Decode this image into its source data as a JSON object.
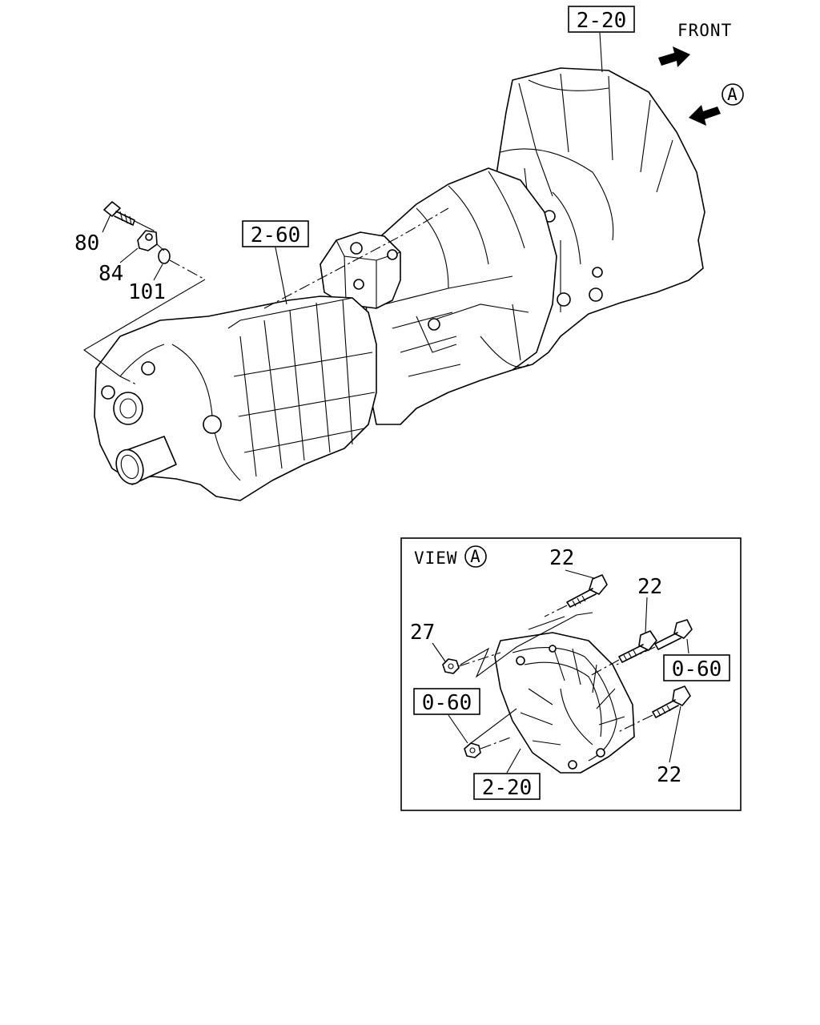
{
  "callouts": {
    "top_2_20": "2-20",
    "main_2_60": "2-60",
    "view_0_60_right": "0-60",
    "view_0_60_left": "0-60",
    "view_2_20": "2-20"
  },
  "labels": {
    "front": "FRONT",
    "view_marker_letter": "A",
    "view_title": "VIEW",
    "view_title_letter": "A",
    "part_80": "80",
    "part_84": "84",
    "part_101": "101",
    "part_22_a": "22",
    "part_22_b": "22",
    "part_22_c": "22",
    "part_27": "27"
  },
  "icons": [
    "front-arrow-icon",
    "view-direction-arrow-icon"
  ]
}
